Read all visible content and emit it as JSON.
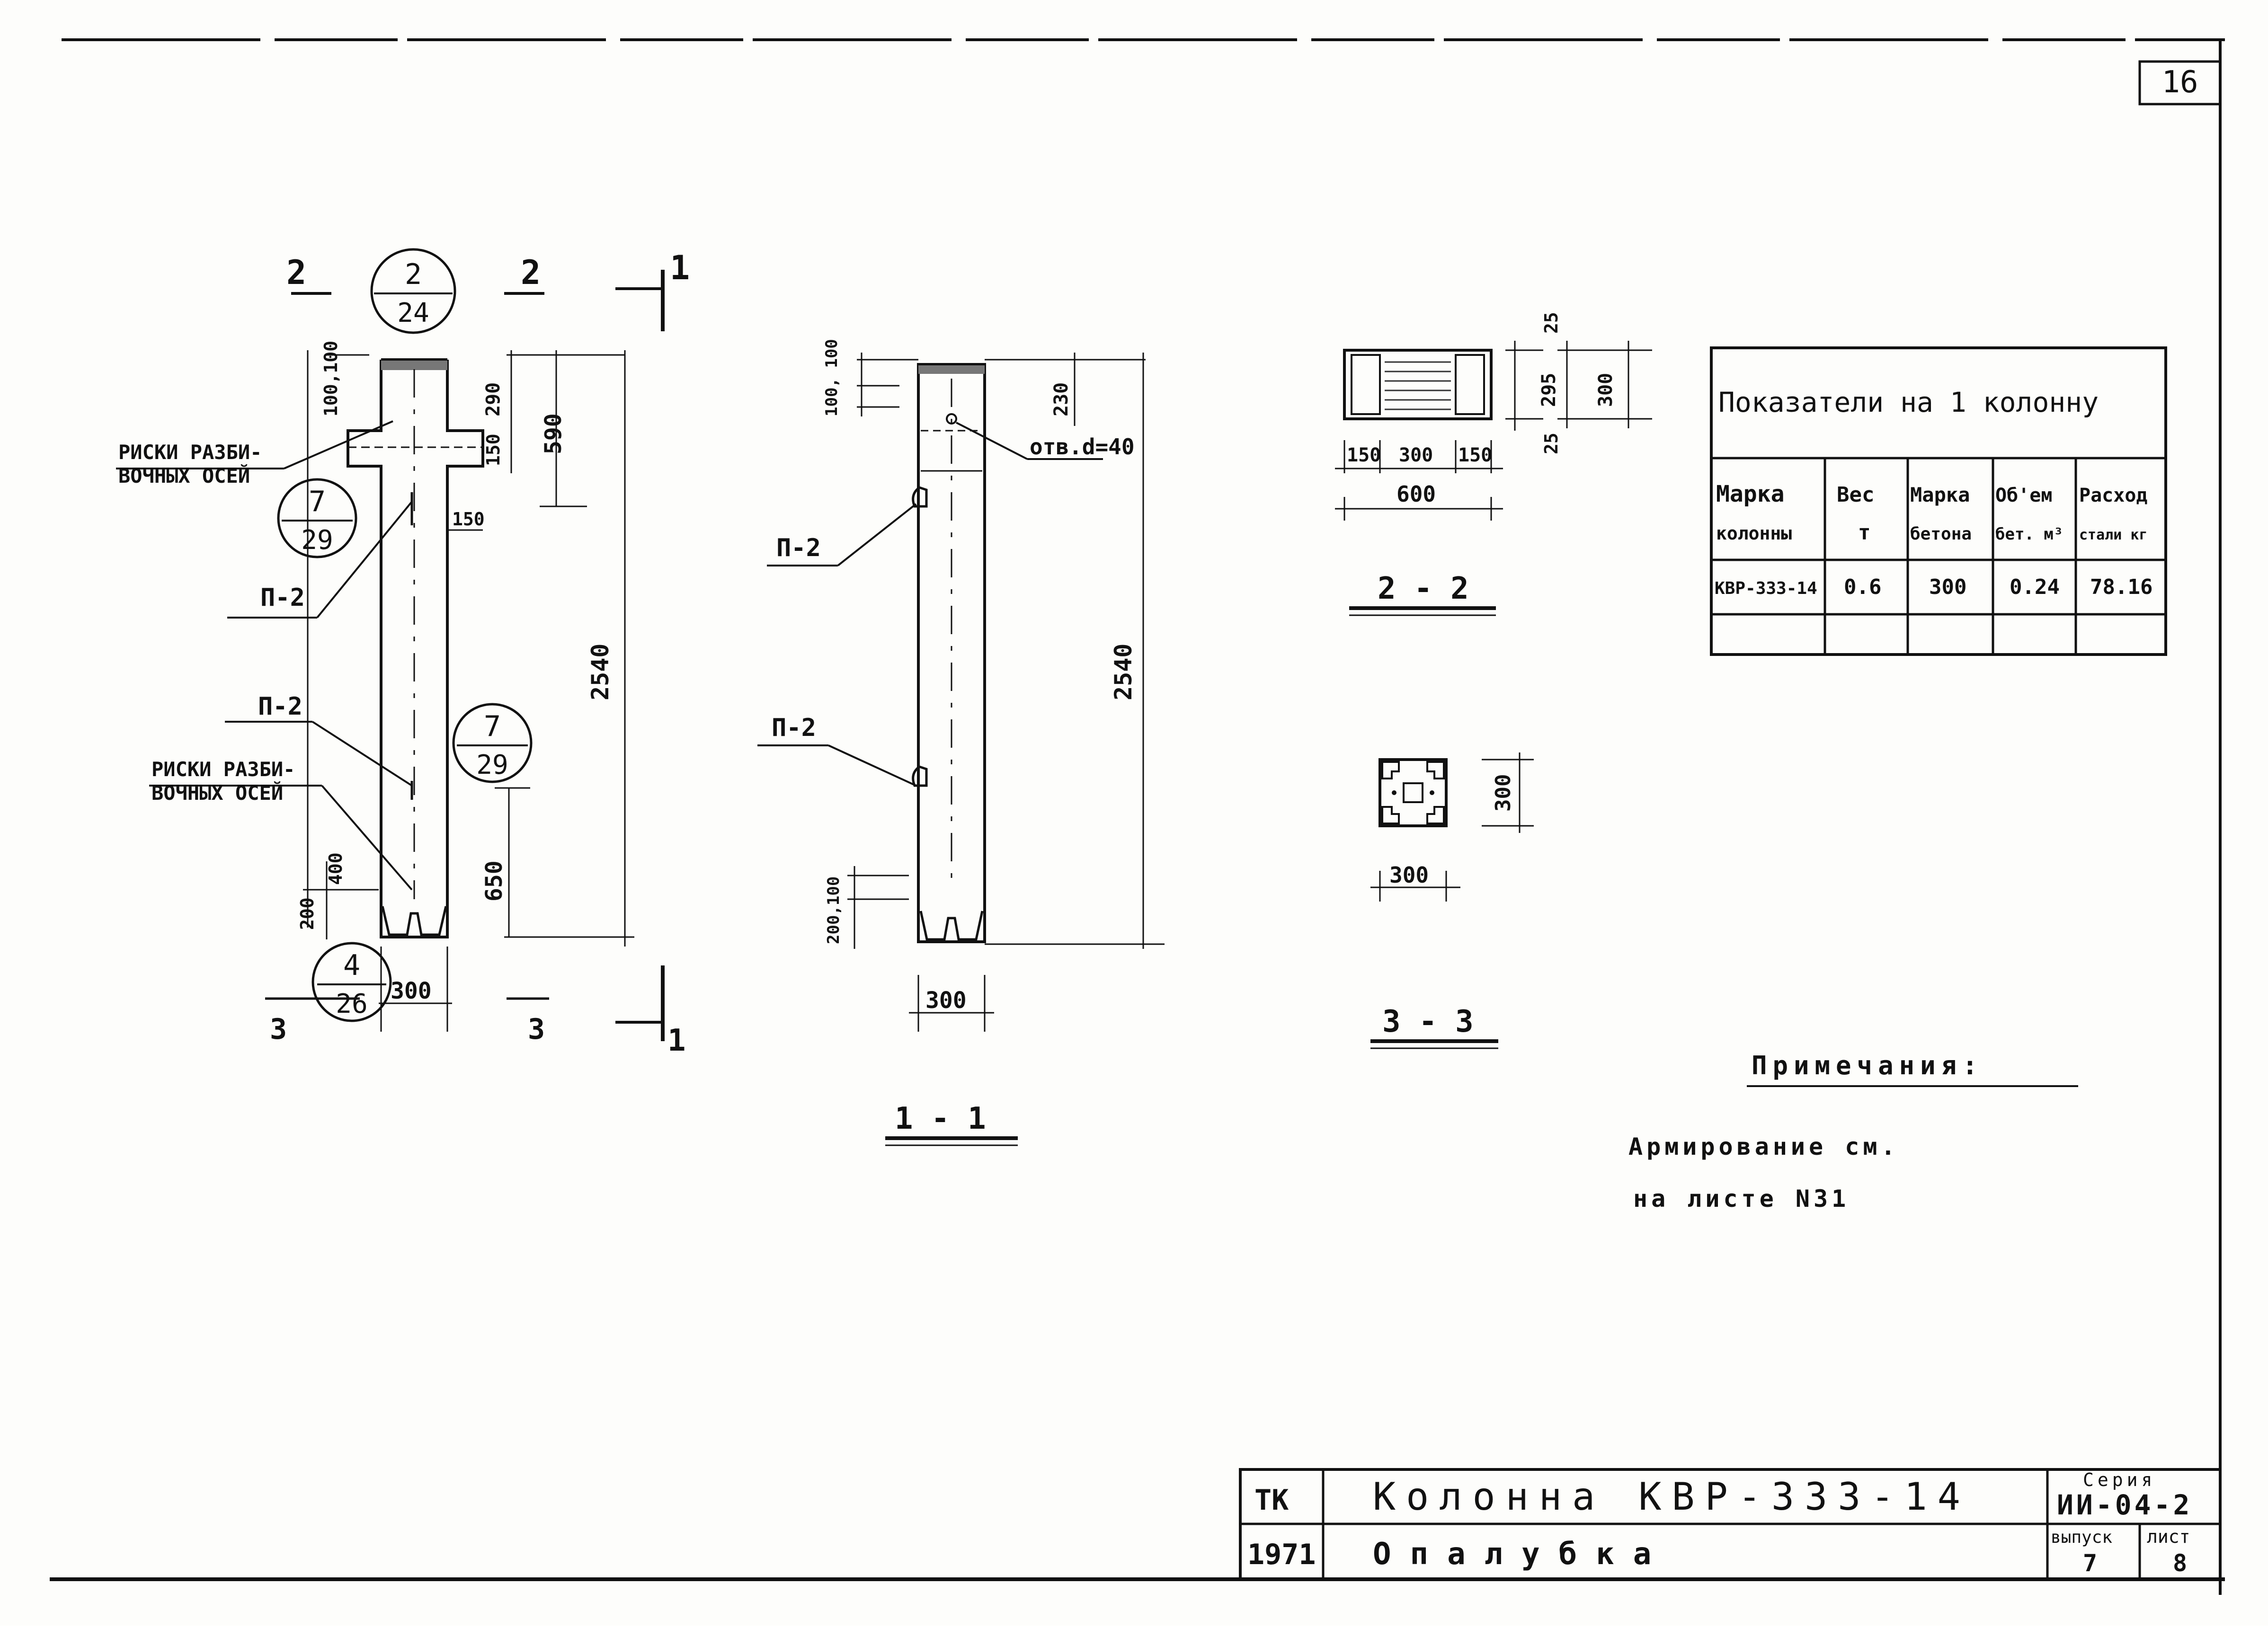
{
  "sheet_number": "16",
  "elevation": {
    "cut_top_left": "2",
    "cut_top_right": "2",
    "cut_right_top": "1",
    "cut_right_bottom": "1",
    "cut_bottom_left": "3",
    "cut_bottom_right": "3",
    "callout_top": {
      "num": "2",
      "den": "24"
    },
    "callout_mid": {
      "num": "7",
      "den": "29"
    },
    "callout_lower": {
      "num": "7",
      "den": "29"
    },
    "callout_base": {
      "num": "4",
      "den": "26"
    },
    "label_axes_top": [
      "РИСКИ РАЗБИ-",
      "ВОЧНЫХ ОСЕЙ"
    ],
    "label_axes_bottom": [
      "РИСКИ РАЗБИ-",
      "ВОЧНЫХ ОСЕЙ"
    ],
    "label_p2_upper": "П-2",
    "label_p2_lower": "П-2",
    "dim_top_left": "100,100",
    "dim_290": "290",
    "dim_150_v": "150",
    "dim_590": "590",
    "dim_150_h": "150",
    "dim_2540": "2540",
    "dim_650": "650",
    "dim_400": "400",
    "dim_200": "200",
    "dim_300": "300"
  },
  "section_1_1": {
    "title": "1 - 1",
    "dim_top": "100, 100",
    "dim_230": "230",
    "hole_label": "отв.d=40",
    "label_p2_upper": "П-2",
    "label_p2_lower": "П-2",
    "dim_2540": "2540",
    "dim_bottom": "200,100",
    "dim_300": "300"
  },
  "section_2_2": {
    "title": "2 - 2",
    "dim_150a": "150",
    "dim_300": "300",
    "dim_150b": "150",
    "dim_600": "600",
    "dim_25a": "25",
    "dim_295": "295",
    "dim_25b": "25",
    "dim_300v": "300"
  },
  "section_3_3": {
    "title": "3 - 3",
    "dim_300h": "300",
    "dim_300v": "300"
  },
  "indicators": {
    "title": "Показатели на 1 колонну",
    "headers": [
      [
        "Марка",
        "колонны"
      ],
      [
        "Вес",
        "т"
      ],
      [
        "Марка",
        "бетона"
      ],
      [
        "Об'ем",
        "бет. м³"
      ],
      [
        "Расход",
        "стали кг"
      ]
    ],
    "row": [
      "КВР-333-14",
      "0.6",
      "300",
      "0.24",
      "78.16"
    ]
  },
  "notes": {
    "title": "Примечания:",
    "line1": "Армирование см.",
    "line2": "на листе N31"
  },
  "title_block": {
    "org": "ТК",
    "year": "1971",
    "name": "Колонна КВР-333-14",
    "subtitle": "Опалубка",
    "series_label": "Серия",
    "series_value": "ИИ-04-2",
    "issue_label": "выпуск",
    "issue_value": "7",
    "sheet_label": "лист",
    "sheet_value": "8"
  }
}
